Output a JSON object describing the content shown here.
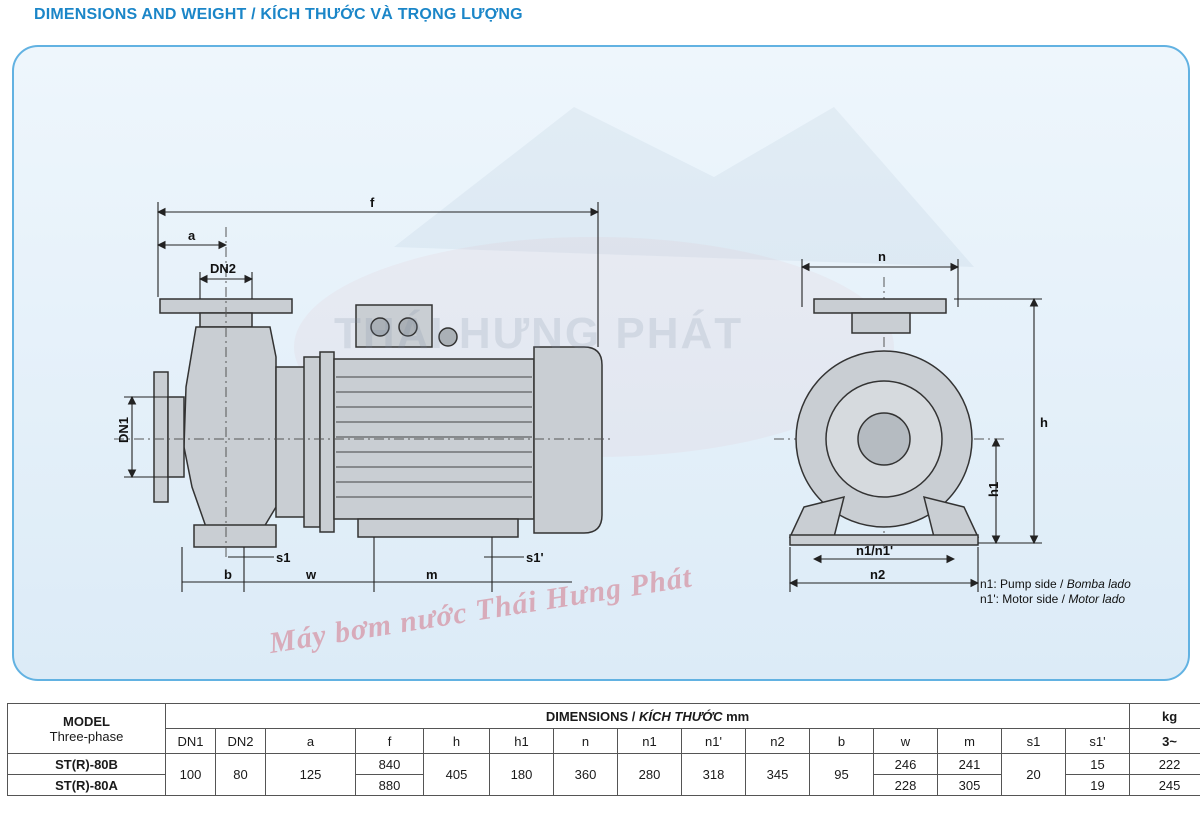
{
  "title": "DIMENSIONS AND WEIGHT / KÍCH THƯỚC VÀ TRỌNG LƯỢNG",
  "watermark": {
    "brand": "THÁI HƯNG PHÁT",
    "text": "Máy bơm nước Thái Hưng Phát"
  },
  "drawing": {
    "side_labels": {
      "f": "f",
      "a": "a",
      "dn2": "DN2",
      "dn1": "DN1",
      "s1": "s1",
      "s1p": "s1'",
      "b": "b",
      "w": "w",
      "m": "m"
    },
    "front_labels": {
      "n": "n",
      "h": "h",
      "h1": "h1",
      "n1n1p": "n1/n1'",
      "n2": "n2"
    },
    "legend": {
      "line1_prefix": "n1: Pump side / ",
      "line1_italic": "Bomba lado",
      "line2_prefix": "n1': Motor side / ",
      "line2_italic": "Motor lado"
    }
  },
  "table": {
    "model_label": "MODEL",
    "phase_label": "Three-phase",
    "dimensions_label": "DIMENSIONS / ",
    "dimensions_label_italic": "KÍCH THƯỚC",
    "dimensions_unit": " mm",
    "weight_unit": "kg",
    "weight_col": "3~",
    "columns": [
      "DN1",
      "DN2",
      "a",
      "f",
      "h",
      "h1",
      "n",
      "n1",
      "n1'",
      "n2",
      "b",
      "w",
      "m",
      "s1",
      "s1'"
    ],
    "models": [
      "ST(R)-80B",
      "ST(R)-80A"
    ],
    "shared": {
      "DN1": "100",
      "DN2": "80",
      "a": "125",
      "h": "405",
      "h1": "180",
      "n": "360",
      "n1": "280",
      "n1p": "318",
      "n2": "345",
      "b": "95",
      "s1": "20"
    },
    "rows": [
      {
        "f": "840",
        "w": "246",
        "m": "241",
        "s1p": "15",
        "kg": "222"
      },
      {
        "f": "880",
        "w": "228",
        "m": "305",
        "s1p": "19",
        "kg": "245"
      }
    ]
  }
}
